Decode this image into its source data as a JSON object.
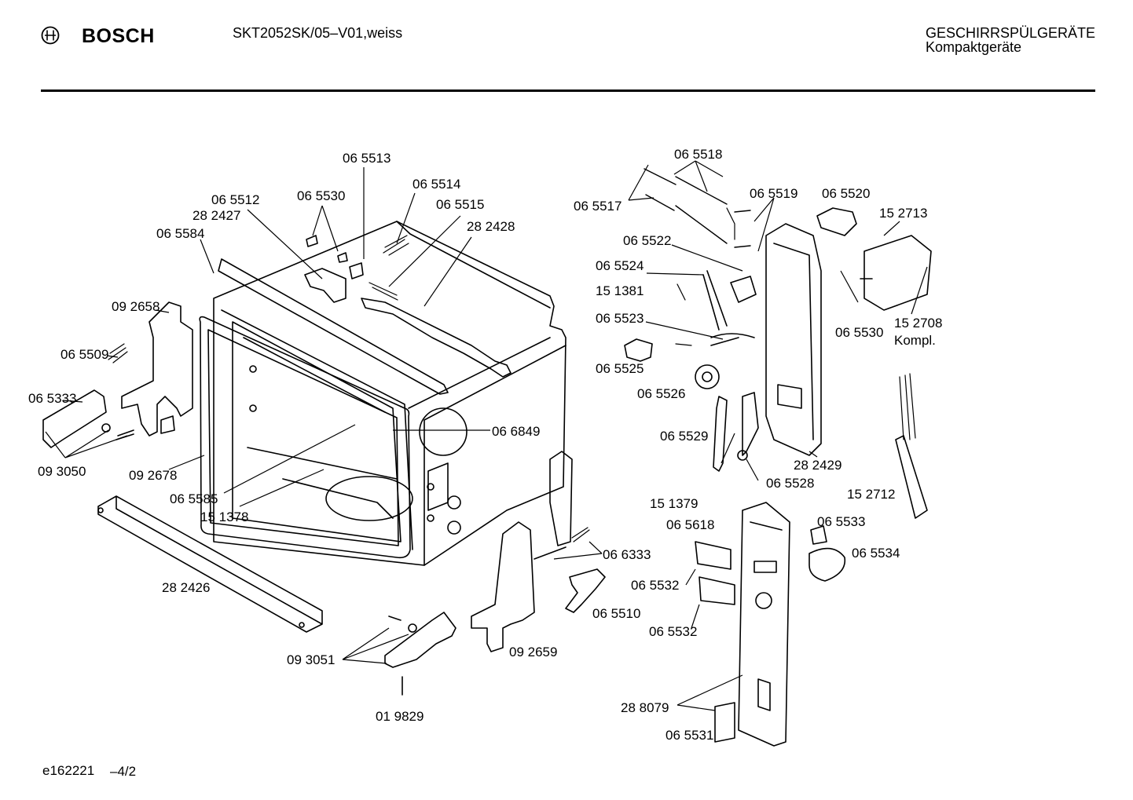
{
  "header": {
    "brand": "BOSCH",
    "model": "SKT2052SK/05–V01,weiss",
    "category": "GESCHIRRSPÜLGERÄTE",
    "subcategory": "Kompaktgeräte"
  },
  "footer": {
    "doc_id": "e162221",
    "page": "–4/2"
  },
  "part_labels": [
    "06 5513",
    "06 5530",
    "06 5514",
    "06 5512",
    "06 5515",
    "28 2427",
    "28 2428",
    "06 5584",
    "09 2658",
    "06 5509",
    "06 5333",
    "09 3050",
    "09 2678",
    "06 6849",
    "06 5585",
    "15 1378",
    "28 2426",
    "06 5518",
    "06 5517",
    "06 5519",
    "06 5520",
    "15 2713",
    "06 5522",
    "06 5524",
    "15 1381",
    "06 5523",
    "06 5530",
    "15 2708",
    "Kompl.",
    "06 5525",
    "06 5526",
    "06 5529",
    "28 2429",
    "06 5528",
    "15 1379",
    "15 2712",
    "06 5618",
    "06 5533",
    "06 5534",
    "06 6333",
    "06 5532",
    "06 5510",
    "06 5532",
    "09 2659",
    "09 3051",
    "01 9829",
    "28 8079",
    "06 5531"
  ]
}
